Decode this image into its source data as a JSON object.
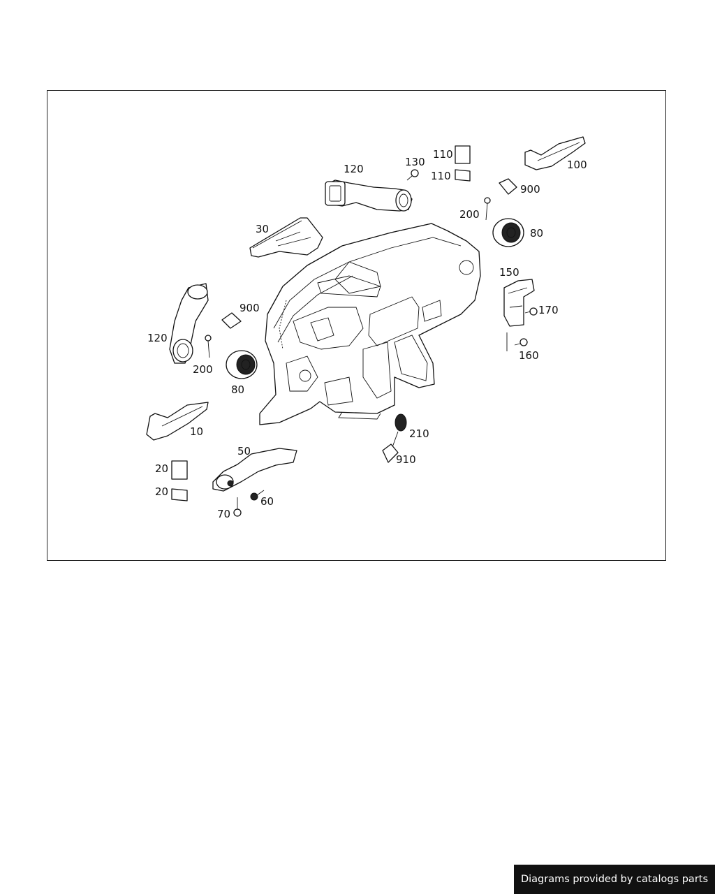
{
  "diagram": {
    "callouts": {
      "c110a": "110",
      "c110b": "110",
      "c130": "130",
      "c120top": "120",
      "c100": "100",
      "c900r": "900",
      "c200r": "200",
      "c80r": "80",
      "c30": "30",
      "c150": "150",
      "c170": "170",
      "c160": "160",
      "c900l": "900",
      "c120l": "120",
      "c200l": "200",
      "c80l": "80",
      "c10": "10",
      "c210": "210",
      "c910": "910",
      "c50": "50",
      "c20a": "20",
      "c20b": "20",
      "c60": "60",
      "c70": "70"
    }
  },
  "footer": {
    "credit": "Diagrams provided by catalogs parts"
  }
}
